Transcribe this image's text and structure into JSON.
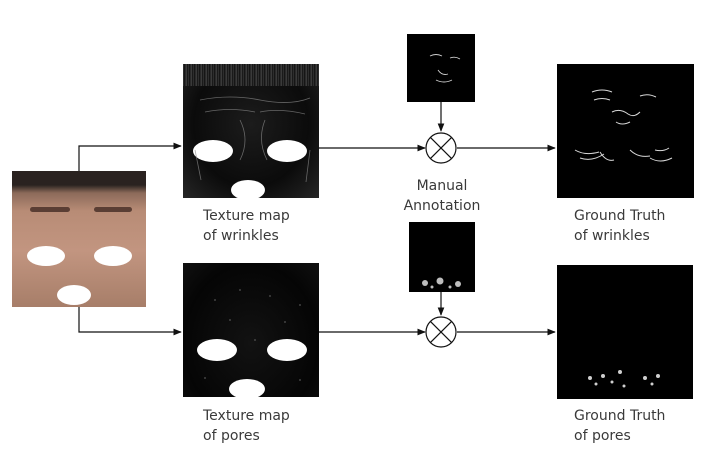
{
  "labels": {
    "texture_wrinkles_1": "Texture map",
    "texture_wrinkles_2": "of wrinkles",
    "texture_pores_1": "Texture map",
    "texture_pores_2": "of pores",
    "manual_1": "Manual",
    "manual_2": "Annotation",
    "gt_wrinkles_1": "Ground Truth",
    "gt_wrinkles_2": "of wrinkles",
    "gt_pores_1": "Ground Truth",
    "gt_pores_2": "of pores"
  },
  "colors": {
    "arrow": "#111111",
    "skin": "#b58b74",
    "hair": "#2a2220",
    "texture_bg": "#0a0a0a",
    "mask": "#ffffff"
  },
  "icons": {
    "multiply_node": "circle-with-x"
  }
}
